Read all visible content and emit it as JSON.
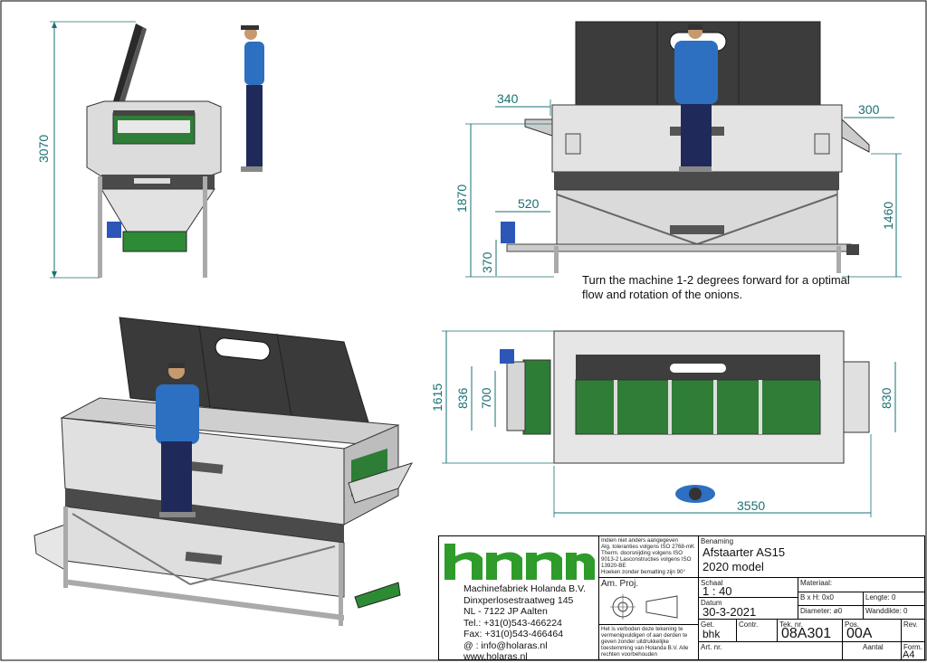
{
  "dimensions": {
    "side_height": "3070",
    "front_width_left": "340",
    "front_width_right": "300",
    "front_height": "1870",
    "front_inlet": "520",
    "front_base": "370",
    "front_right_height": "1460",
    "top_depth": "1615",
    "top_inner_depth": "836",
    "top_inlet_depth": "700",
    "top_outlet_depth": "830",
    "top_length": "3550"
  },
  "note": "Turn the machine 1-2 degrees forward for a optimal flow and rotation of the onions.",
  "title_block": {
    "company": "Machinefabriek Holanda B.V.",
    "street": "Dinxperlosestraatweg 145",
    "city": "NL - 7122 JP Aalten",
    "tel": "Tel.: +31(0)543-466224",
    "fax": "Fax: +31(0)543-466464",
    "email": "@  :  info@holaras.nl",
    "web": "www.holaras.nl",
    "tolerances": "Indien niet anders aangegeven\nAlg. toleranties volgens ISO 2768-mK\nTherm. doorsnijding volgens ISO\n9013-2 Lasconstructies volgens ISO\n13920-BE\nHoeken zonder bematting zijn 90°",
    "proj_label": "Am. Proj.",
    "copyright": "Het is verboden deze tekening te vermenigvuldigen of aan derden te geven zonder uitdrukkelijke toestemming van Holanda B.V. Alle rechten voorbehouden",
    "benaming_label": "Benaming",
    "benaming_line1": "Afstaarter AS15",
    "benaming_line2": "2020 model",
    "schaal_label": "Schaal",
    "schaal_value": "1 : 40",
    "datum_label": "Datum",
    "datum_value": "30-3-2021",
    "materiaal_label": "Materiaal:",
    "bxh_label": "B x H:",
    "bxh_value": "0x0",
    "lengte_label": "Lengte:",
    "lengte_value": "0",
    "diameter_label": "Diameter:",
    "diameter_value": "ø0",
    "wanddikte_label": "Wanddikte:",
    "wanddikte_value": "0",
    "get_label": "Get.",
    "get_value": "bhk",
    "contr_label": "Contr.",
    "teknr_label": "Tek. nr.",
    "teknr_value": "08A301",
    "pos_label": "Pos.",
    "pos_value": "00A",
    "rev_label": "Rev.",
    "artnr_label": "Art. nr.",
    "aantal_label": "Aantal",
    "form_label": "Form.",
    "form_value": "A4"
  },
  "colors": {
    "dimension": "#1a6f73",
    "logo_green": "#2e9b2a",
    "machine_grey": "#c8c8c8",
    "lid_dark": "#3c3c3c",
    "operator_blue": "#2d6fc0",
    "operator_navy": "#1f2a5a"
  }
}
